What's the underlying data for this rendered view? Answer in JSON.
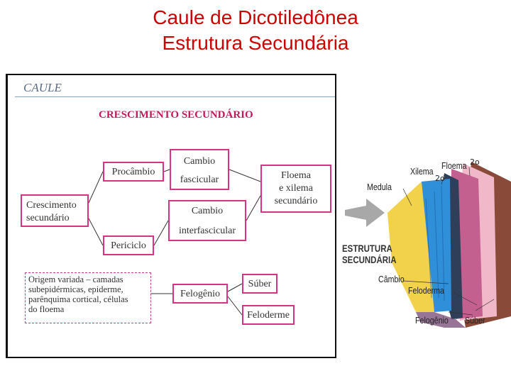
{
  "slide": {
    "title_line1": "Caule de Dicotiledônea",
    "title_line2": "Estrutura Secundária"
  },
  "panel": {
    "header": "CAULE",
    "title": "CRESCIMENTO SECUNDÁRIO",
    "boxes": {
      "crescimento": [
        "Crescimento",
        "secundário"
      ],
      "procambio": "Procâmbio",
      "periciclo": "Periciclo",
      "cambio_fascicular": [
        "Cambio",
        "fascicular"
      ],
      "cambio_interfascicular": [
        "Cambio",
        "interfascicular"
      ],
      "floema_xilema": [
        "Floema",
        "e xilema",
        "secundário"
      ],
      "origem": [
        "Origem variada – camadas",
        "subepidérmicas, epiderme,",
        "parênquima cortical, células",
        "do floema"
      ],
      "felogenio": "Felogênio",
      "suber": "Súber",
      "feloderme": "Feloderme"
    }
  },
  "illustration": {
    "heading": [
      "ESTRUTURA",
      "SECUNDÁRIA"
    ],
    "labels": {
      "xilema": "Xilema",
      "floema": "Floema",
      "sup_floema": "2o",
      "sup_xilema": "2o",
      "medula": "Medula",
      "cambio": "Câmbio",
      "feloderma": "Feloderma",
      "felogenio": "Felogênio",
      "suber": "Súber"
    },
    "colors": {
      "xylem": "#2f8fd8",
      "pith": "#f2d24a",
      "phloem": "#c3608f",
      "cortex": "#f0b8c8",
      "bark": "#8a4a3a"
    }
  }
}
